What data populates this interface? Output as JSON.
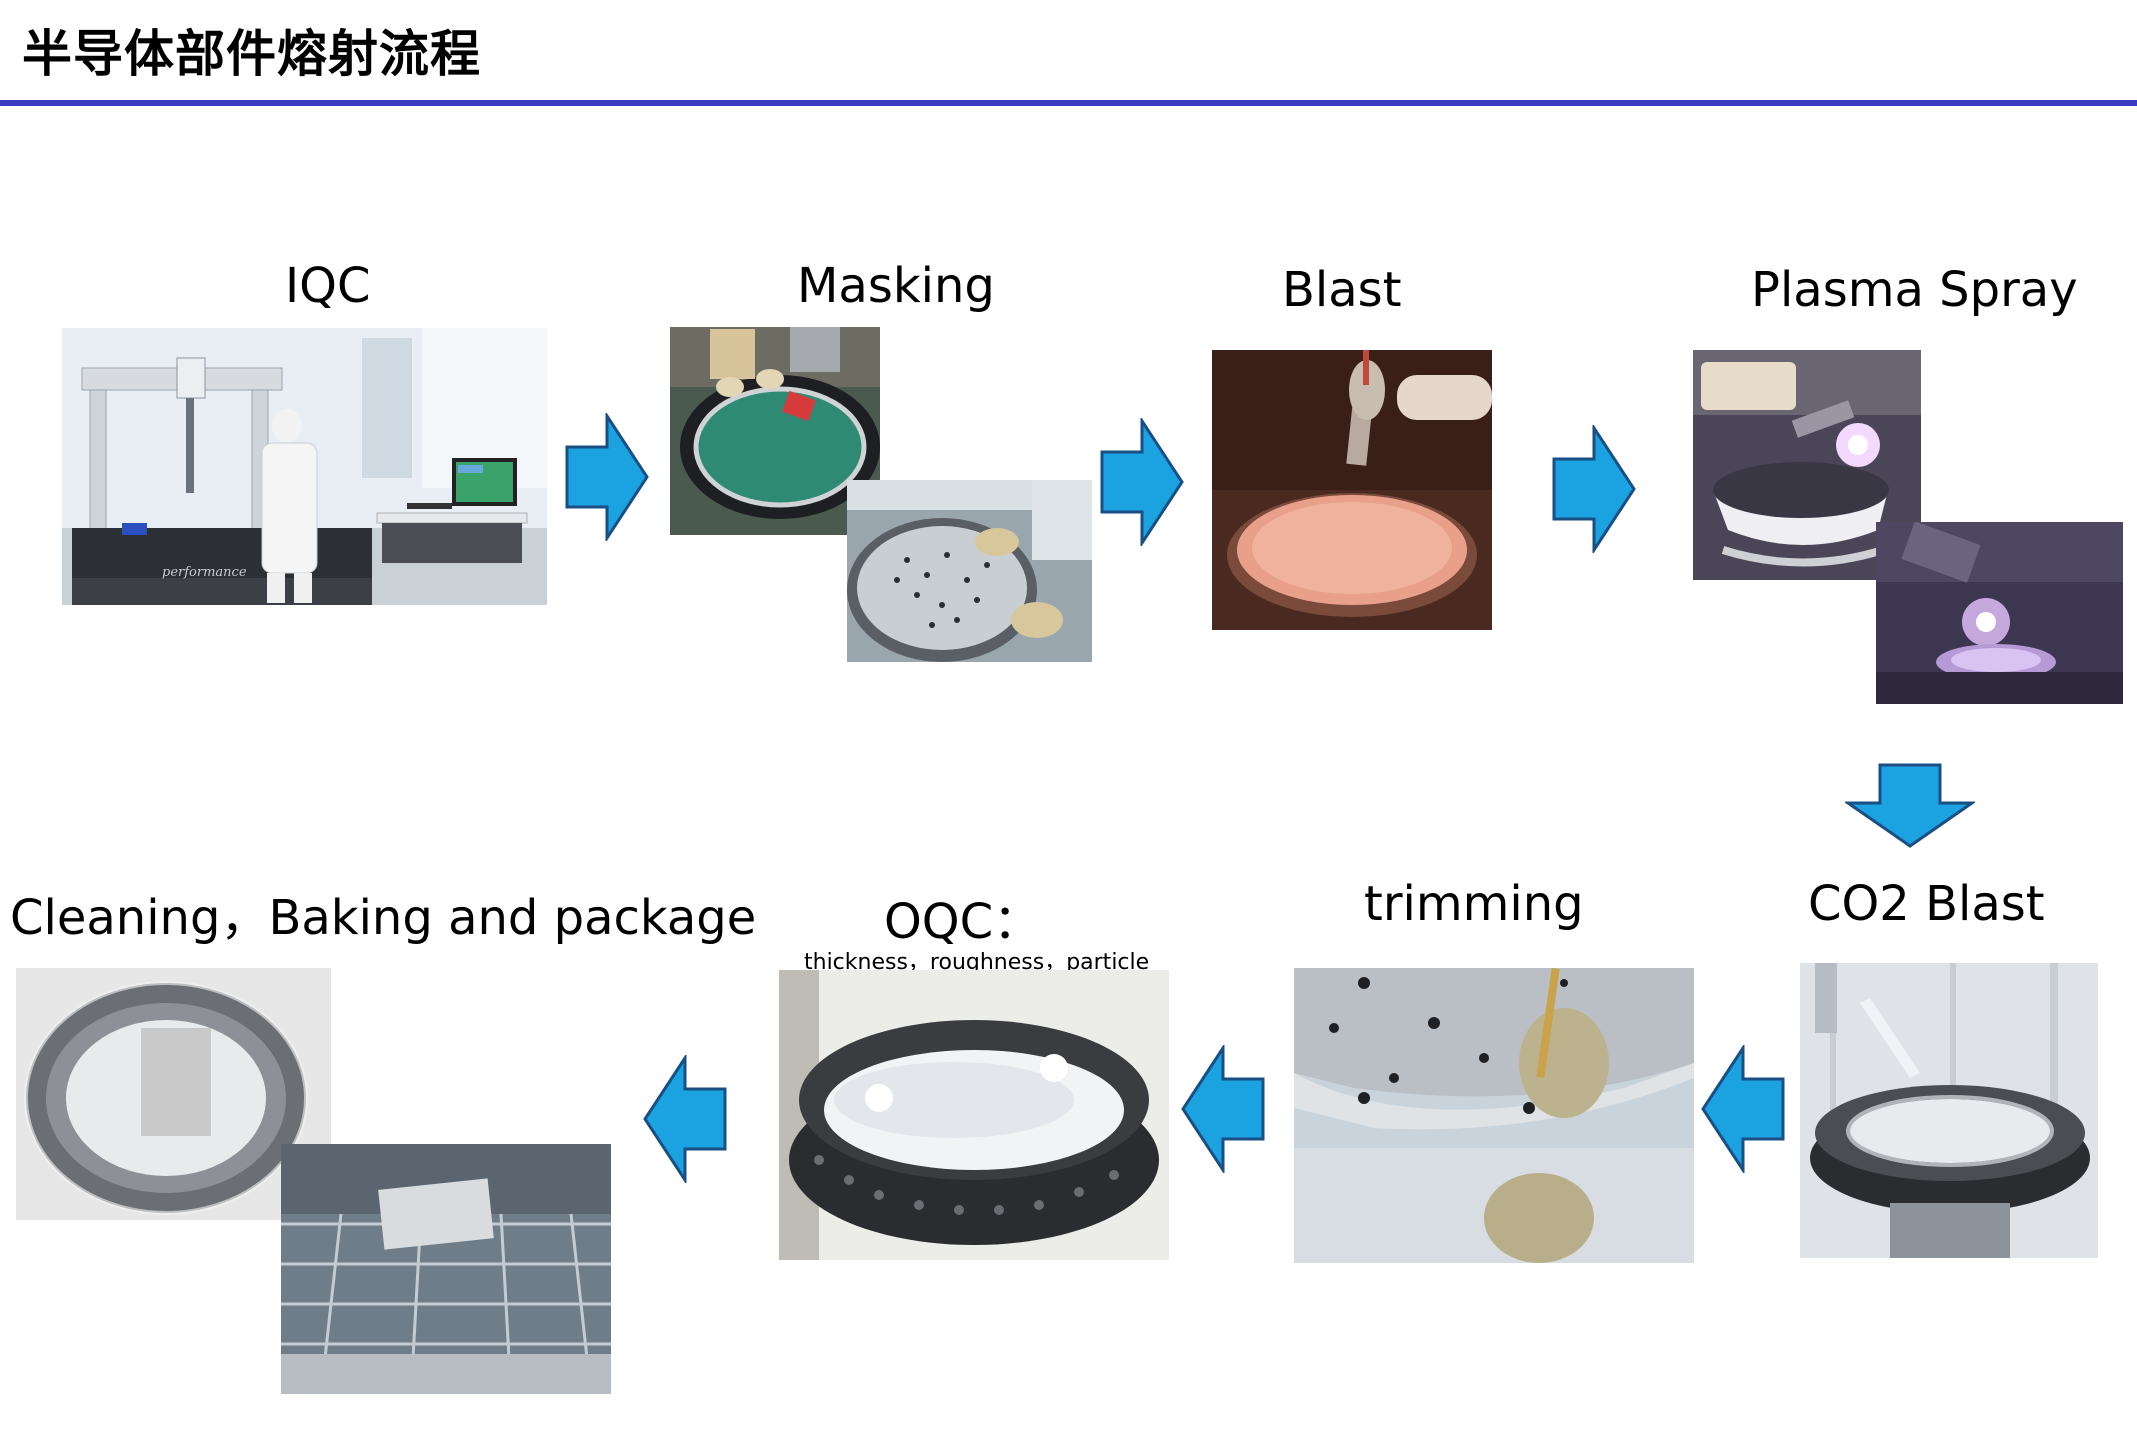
{
  "page": {
    "title": "半导体部件熔射流程"
  },
  "steps": [
    {
      "id": "iqc",
      "label": "IQC"
    },
    {
      "id": "masking",
      "label": "Masking"
    },
    {
      "id": "blast",
      "label": "Blast"
    },
    {
      "id": "plasma",
      "label": "Plasma Spray"
    },
    {
      "id": "co2",
      "label": "CO2 Blast"
    },
    {
      "id": "trimming",
      "label": "trimming"
    },
    {
      "id": "oqc",
      "label": "OQC：",
      "sublabel": "thickness，roughness，particle"
    },
    {
      "id": "cleaning",
      "label": "Cleaning，Baking and package"
    }
  ],
  "colors": {
    "accent_rule": "#3b3bc4",
    "arrow_fill": "#1aa3e0",
    "arrow_stroke": "#1a4f86"
  },
  "photo_texts": {
    "cmm_brand": "performance"
  }
}
